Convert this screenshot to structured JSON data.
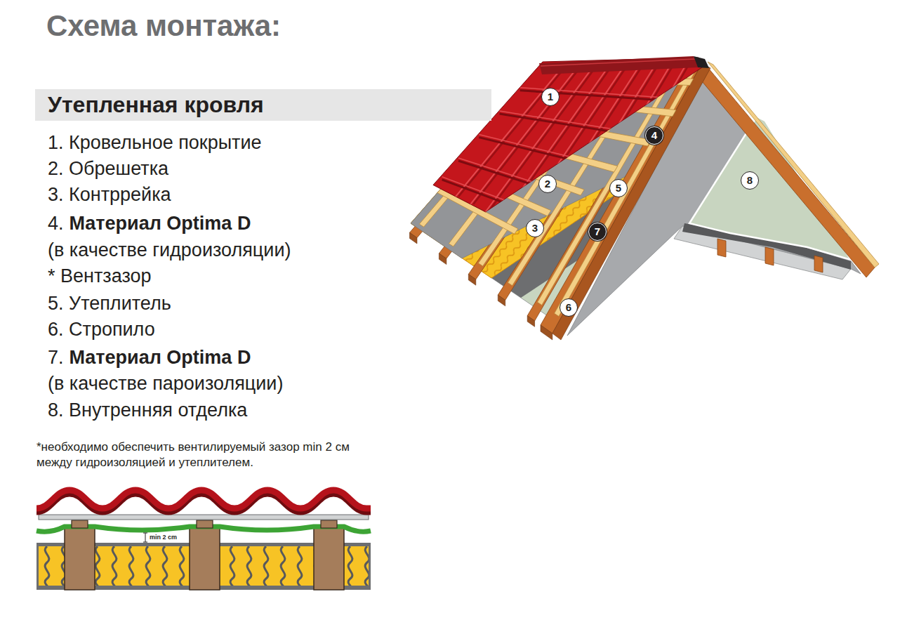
{
  "diagram": {
    "title": "Схема монтажа:",
    "nodes": [
      {
        "text": [
          "Утепленная кровля"
        ]
      },
      {
        "text": [
          "1"
        ]
      },
      {
        "text": [
          "2"
        ]
      },
      {
        "text": [
          "3"
        ]
      },
      {
        "text": [
          "4"
        ]
      },
      {
        "text": [
          "5"
        ]
      },
      {
        "text": [
          "6"
        ]
      },
      {
        "text": [
          "7"
        ]
      },
      {
        "text": [
          "8"
        ]
      }
    ],
    "labels": [
      "1. Кровельное покрытие",
      "2. Обрешетка",
      "3. Контррейка",
      "4.",
      "Материал Optima D",
      "(в качестве гидроизоляции)",
      "* Вентзазор",
      "5. Утеплитель",
      "6. Стропило",
      "7.",
      "Материал Optima D",
      "(в качестве пароизоляции)",
      "8. Внутренняя отделка",
      "*необходимо обеспечить вентилируемый зазор min 2 см между гидроизоляцией и утеплителем.",
      "min 2 cm"
    ]
  }
}
